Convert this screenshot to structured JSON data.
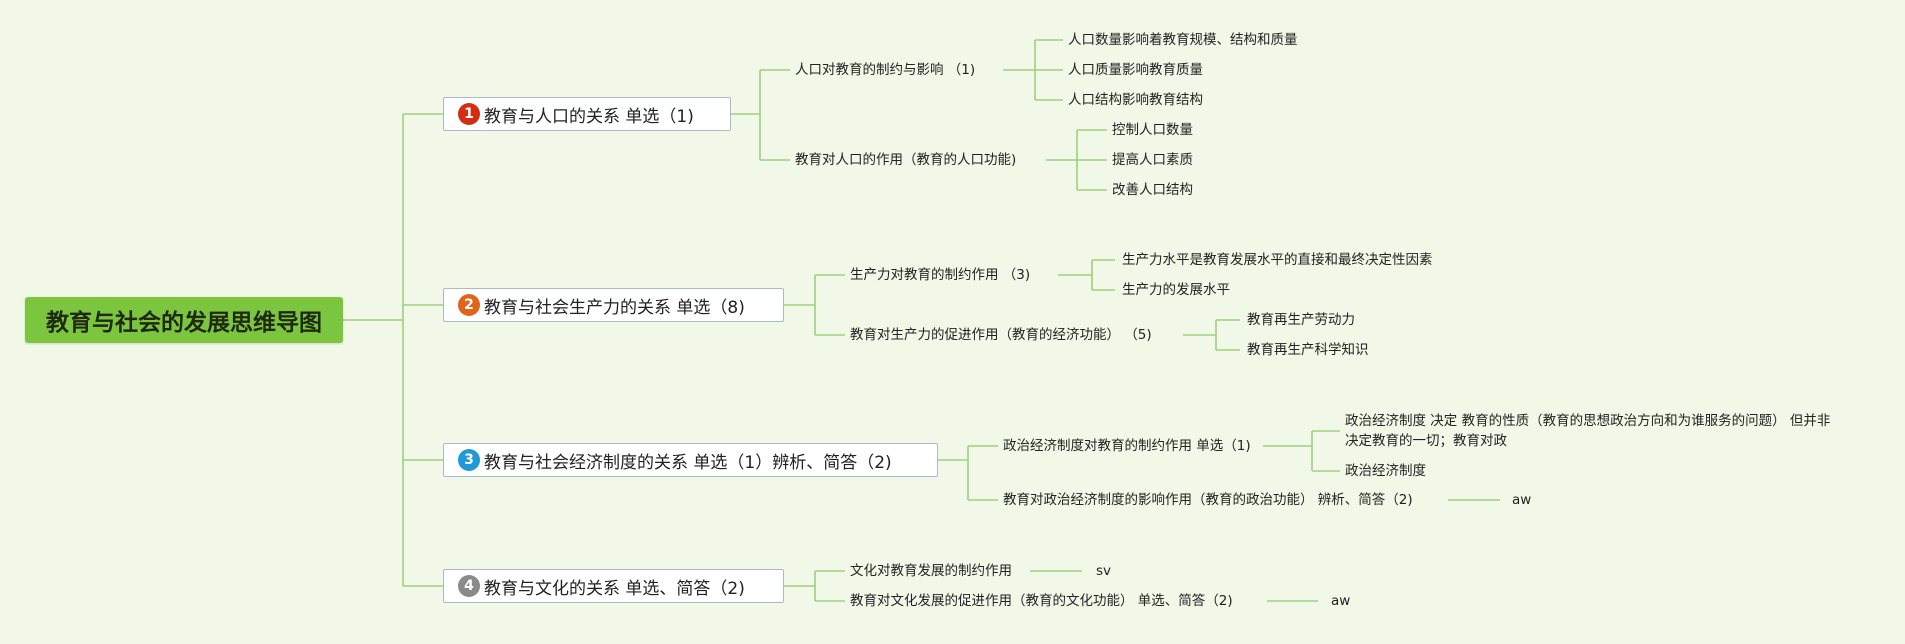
{
  "root": {
    "label": "教育与社会的发展思维导图"
  },
  "topics": [
    {
      "number": "1",
      "badge_color": "#d42d14",
      "label": "教育与人口的关系 单选（1)",
      "subtopics": [
        {
          "label": "人口对教育的制约与影响 （1)",
          "children": [
            "人口数量影响着教育规模、结构和质量",
            "人口质量影响教育质量",
            "人口结构影响教育结构"
          ]
        },
        {
          "label": "教育对人口的作用（教育的人口功能)",
          "children": [
            "控制人口数量",
            "提高人口素质",
            "改善人口结构"
          ]
        }
      ]
    },
    {
      "number": "2",
      "badge_color": "#e0651a",
      "label": "教育与社会生产力的关系 单选（8)",
      "subtopics": [
        {
          "label": "生产力对教育的制约作用 （3)",
          "children": [
            "生产力水平是教育发展水平的直接和最终决定性因素",
            "生产力的发展水平"
          ]
        },
        {
          "label": "教育对生产力的促进作用（教育的经济功能） （5)",
          "children": [
            "教育再生产劳动力",
            "教育再生产科学知识"
          ]
        }
      ]
    },
    {
      "number": "3",
      "badge_color": "#1f9ad6",
      "label": "教育与社会经济制度的关系 单选（1）辨析、简答（2)",
      "subtopics": [
        {
          "label": "政治经济制度对教育的制约作用 单选（1)",
          "children": [
            "政治经济制度 决定 教育的性质（教育的思想政治方向和为谁服务的问题） 但并非决定教育的一切；教育对政",
            "政治经济制度"
          ]
        },
        {
          "label": "教育对政治经济制度的影响作用（教育的政治功能） 辨析、简答（2)",
          "children": [
            "aw"
          ]
        }
      ]
    },
    {
      "number": "4",
      "badge_color": "#8a8a8a",
      "label": "教育与文化的关系 单选、简答（2)",
      "subtopics": [
        {
          "label": "文化对教育发展的制约作用",
          "children": [
            "sv"
          ]
        },
        {
          "label": "教育对文化发展的促进作用（教育的文化功能） 单选、简答（2)",
          "children": [
            "aw"
          ]
        }
      ]
    }
  ]
}
